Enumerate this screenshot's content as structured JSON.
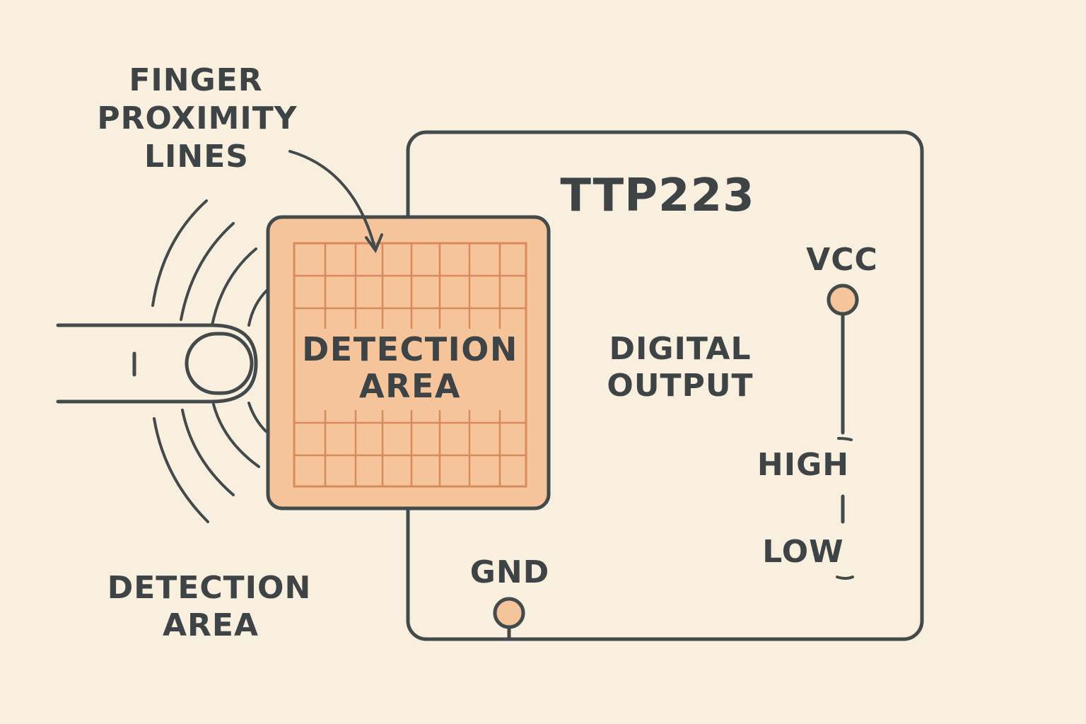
{
  "labels": {
    "finger_proximity": [
      "FINGER",
      "PROXIMITY",
      "LINES"
    ],
    "detection_area_pad": [
      "DETECTION",
      "AREA"
    ],
    "detection_area_bottom": [
      "DETECTION",
      "AREA"
    ],
    "module_title": "TTP223",
    "digital_output": [
      "DIGITAL",
      "OUTPUT"
    ],
    "vcc": "VCC",
    "gnd": "GND",
    "high": "HIGH",
    "low": "LOW"
  },
  "colors": {
    "background": "#f8efdf",
    "line": "#434a4b",
    "text": "#3e4446",
    "pad_fill": "#f5c49a",
    "pad_grid": "#d98a5a",
    "pin_fill": "#f5c49a"
  }
}
